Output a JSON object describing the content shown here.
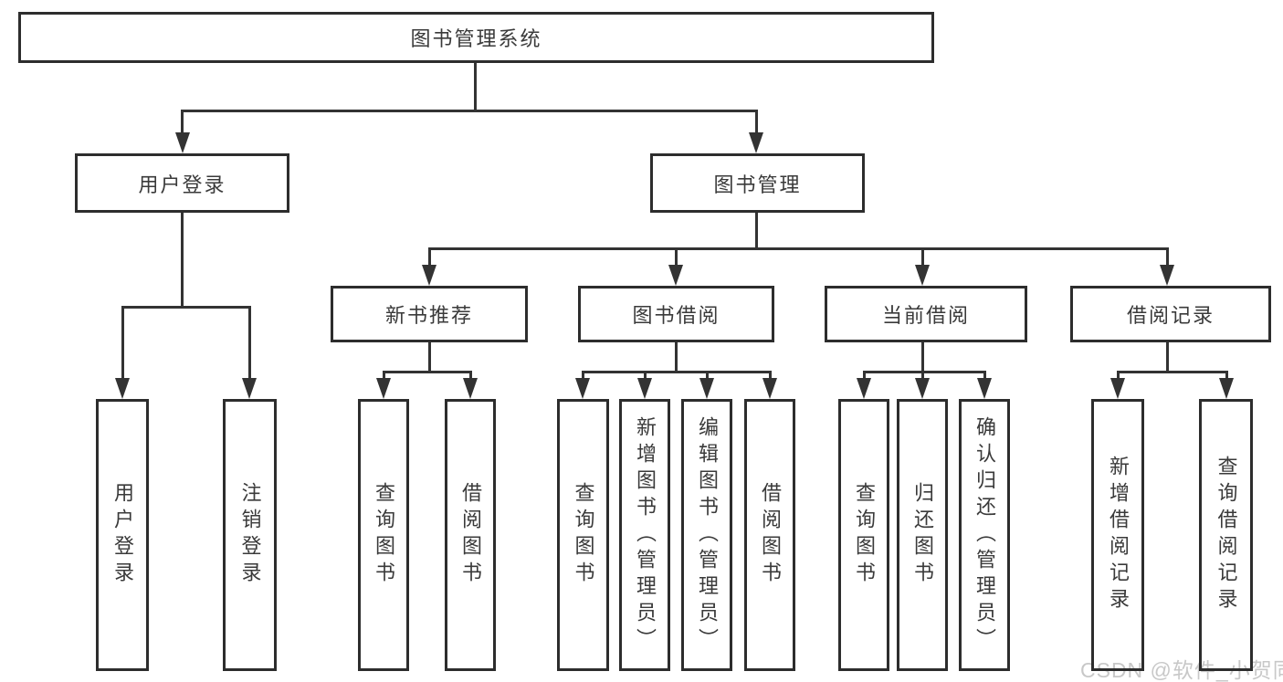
{
  "diagram": {
    "root": {
      "label": "图书管理系统"
    },
    "branches": [
      {
        "label": "用户登录",
        "children": [
          {
            "label": "用户登录"
          },
          {
            "label": "注销登录"
          }
        ]
      },
      {
        "label": "图书管理",
        "children": [
          {
            "label": "新书推荐",
            "children": [
              {
                "label": "查询图书"
              },
              {
                "label": "借阅图书"
              }
            ]
          },
          {
            "label": "图书借阅",
            "children": [
              {
                "label": "查询图书"
              },
              {
                "label": "新增图书（管理员）"
              },
              {
                "label": "编辑图书（管理员）"
              },
              {
                "label": "借阅图书"
              }
            ]
          },
          {
            "label": "当前借阅",
            "children": [
              {
                "label": "查询图书"
              },
              {
                "label": "归还图书"
              },
              {
                "label": "确认归还（管理员）"
              }
            ]
          },
          {
            "label": "借阅记录",
            "children": [
              {
                "label": "新增借阅记录"
              },
              {
                "label": "查询借阅记录"
              }
            ]
          }
        ]
      }
    ],
    "colors": {
      "line": "#333333",
      "box_border": "#2d2d2d",
      "background": "#ffffff",
      "text": "#3a3a3a",
      "watermark": "#c8c8c8"
    }
  },
  "watermark": {
    "text": "CSDN @软件_小贺同学"
  }
}
